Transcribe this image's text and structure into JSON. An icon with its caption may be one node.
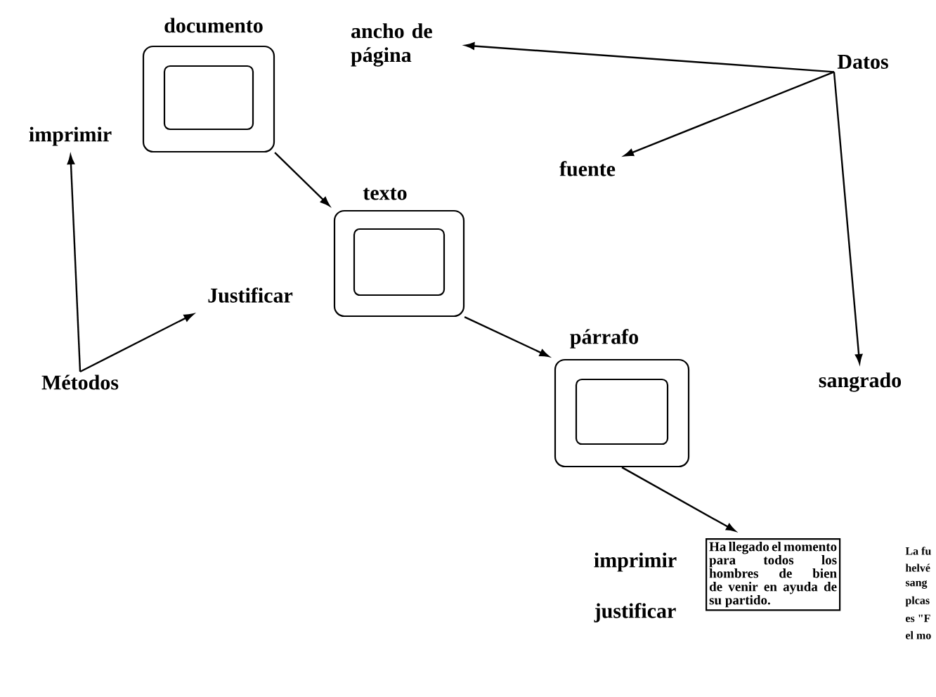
{
  "diagram": {
    "nodes": [
      {
        "text": [
          "documento"
        ]
      },
      {
        "text": [
          "texto"
        ]
      },
      {
        "text": [
          "párrafo"
        ]
      },
      {
        "text": [
          "Ha llegado el momento para todos los hombres de bien de venir en ayuda de su partido."
        ]
      },
      {
        "text": [
          "imprimir"
        ]
      },
      {
        "text": [
          "Justificar"
        ]
      },
      {
        "text": [
          "Métodos"
        ]
      },
      {
        "text": [
          "ancho de página"
        ]
      },
      {
        "text": [
          "Datos"
        ]
      },
      {
        "text": [
          "fuente"
        ]
      },
      {
        "text": [
          "sangrado"
        ]
      }
    ],
    "edges": [
      {
        "from": 0,
        "to": 1,
        "arrow": "to"
      },
      {
        "from": 1,
        "to": 2,
        "arrow": "to"
      },
      {
        "from": 2,
        "to": 3,
        "arrow": "to"
      },
      {
        "from": 6,
        "to": 4,
        "arrow": "to"
      },
      {
        "from": 6,
        "to": 5,
        "arrow": "to"
      },
      {
        "from": 8,
        "to": 7,
        "arrow": "to"
      },
      {
        "from": 8,
        "to": 9,
        "arrow": "to"
      },
      {
        "from": 8,
        "to": 10,
        "arrow": "to"
      }
    ],
    "labels": [
      "imprimir",
      "justificar",
      "La fu",
      "helvé",
      "sang",
      "plcas",
      "es \"F",
      "el mo"
    ]
  }
}
